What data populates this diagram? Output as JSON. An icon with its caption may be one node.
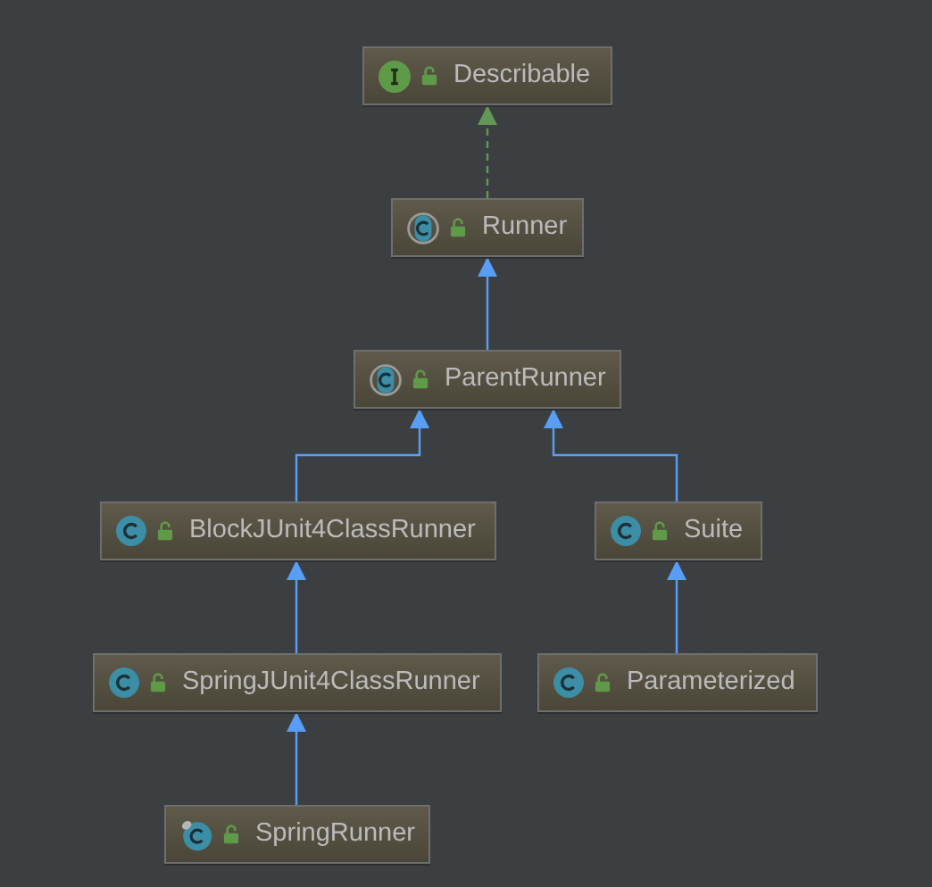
{
  "diagram": {
    "nodes": [
      {
        "text": [
          "Describable"
        ]
      },
      {
        "text": [
          "Runner"
        ]
      },
      {
        "text": [
          "ParentRunner"
        ]
      },
      {
        "text": [
          "BlockJUnit4ClassRunner"
        ]
      },
      {
        "text": [
          "Suite"
        ]
      },
      {
        "text": [
          "SpringJUnit4ClassRunner"
        ]
      },
      {
        "text": [
          "Parameterized"
        ]
      },
      {
        "text": [
          "SpringRunner"
        ]
      }
    ],
    "edges": [
      {
        "from": 1,
        "to": 0,
        "arrow": "to",
        "style": "dashed",
        "color": "#629755"
      },
      {
        "from": 2,
        "to": 1,
        "arrow": "to"
      },
      {
        "from": 3,
        "to": 2,
        "arrow": "to"
      },
      {
        "from": 4,
        "to": 2,
        "arrow": "to"
      },
      {
        "from": 5,
        "to": 3,
        "arrow": "to"
      },
      {
        "from": 6,
        "to": 4,
        "arrow": "to"
      },
      {
        "from": 7,
        "to": 5,
        "arrow": "to"
      }
    ]
  }
}
